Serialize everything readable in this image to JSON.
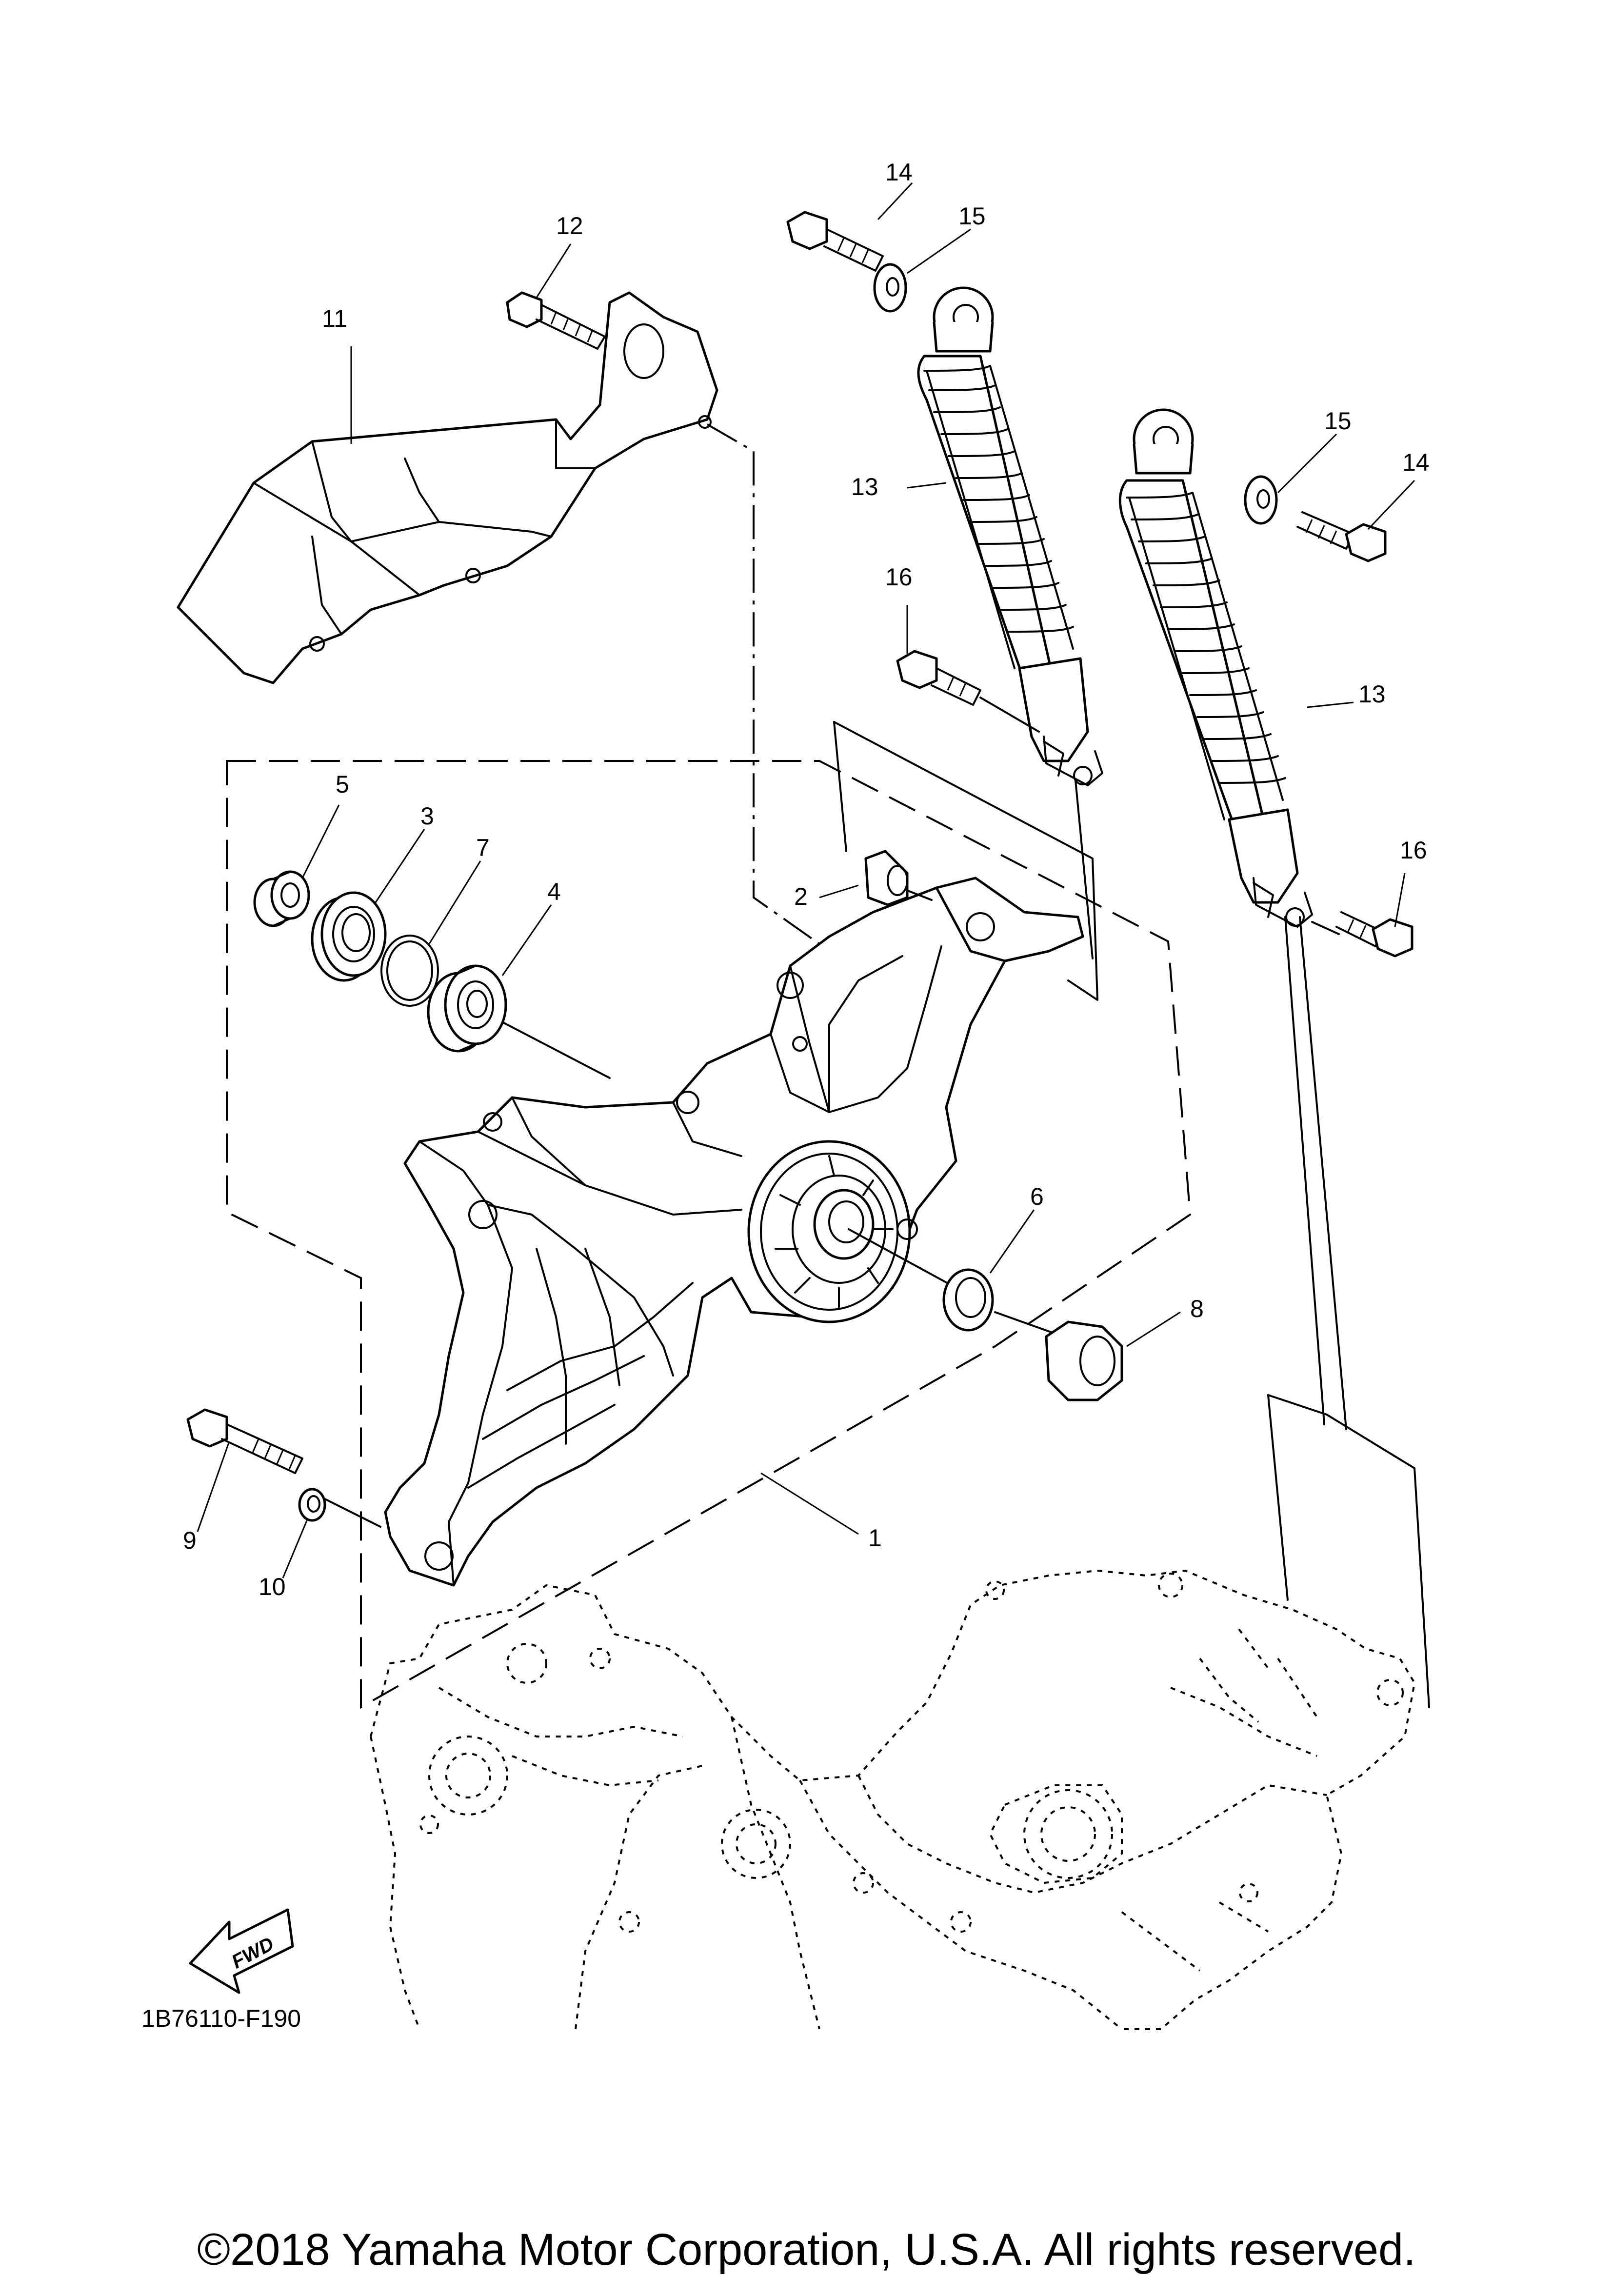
{
  "diagram": {
    "code": "1B76110-F190",
    "fwd_label": "FWD",
    "callouts": {
      "p1": "1",
      "p2": "2",
      "p3": "3",
      "p4": "4",
      "p5": "5",
      "p6": "6",
      "p7": "7",
      "p8": "8",
      "p9": "9",
      "p10": "10",
      "p11": "11",
      "p12": "12",
      "p13a": "13",
      "p13b": "13",
      "p14a": "14",
      "p14b": "14",
      "p15a": "15",
      "p15b": "15",
      "p16a": "16",
      "p16b": "16"
    }
  },
  "footer": {
    "copyright": "©2018 Yamaha Motor Corporation, U.S.A. All rights reserved."
  }
}
